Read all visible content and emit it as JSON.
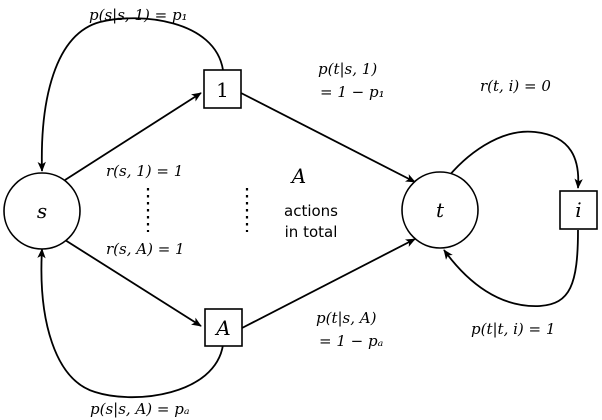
{
  "nodes": {
    "s": "s",
    "t": "t",
    "action_1": "1",
    "action_A": "A",
    "i": "i"
  },
  "labels": {
    "p_s_s_1": "p(s|s, 1) = p₁",
    "p_t_s_1_line1": "p(t|s, 1)",
    "p_t_s_1_line2": "= 1 − p₁",
    "r_s_1": "r(s, 1) = 1",
    "r_s_A": "r(s, A) = 1",
    "A_symbol": "A",
    "actions_line1": "actions",
    "actions_line2": "in total",
    "r_t_i": "r(t, i) = 0",
    "p_t_t_i": "p(t|t, i) = 1",
    "p_t_s_A_line1": "p(t|s, A)",
    "p_t_s_A_line2": "= 1 − pₐ",
    "p_s_s_A": "p(s|s, A) = pₐ"
  }
}
